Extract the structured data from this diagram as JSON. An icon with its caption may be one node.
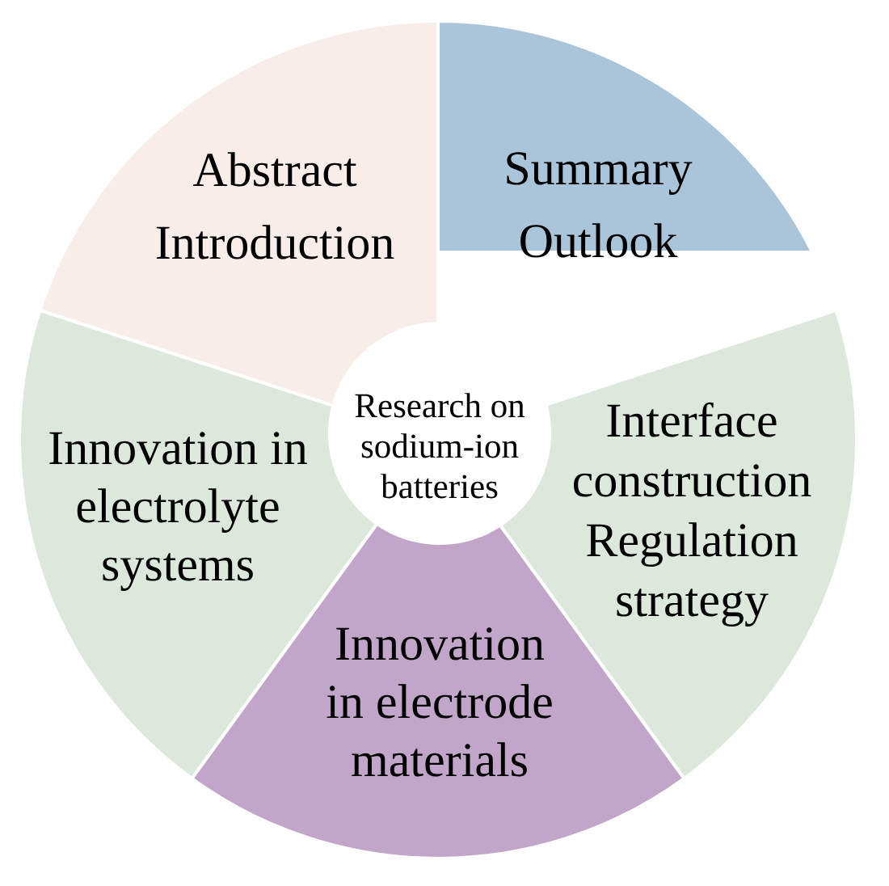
{
  "diagram": {
    "nodes": [
      {
        "text": [
          "Abstract",
          "Introduction"
        ]
      },
      {
        "text": [
          "Summary",
          "Outlook"
        ]
      },
      {
        "text": [
          "Research on sodium-ion batteries"
        ]
      },
      {
        "text": [
          "Innovation in electrolyte systems"
        ]
      },
      {
        "text": [
          "Interface construction Regulation strategy"
        ]
      },
      {
        "text": [
          "Innovation in electrode materials"
        ]
      }
    ]
  }
}
